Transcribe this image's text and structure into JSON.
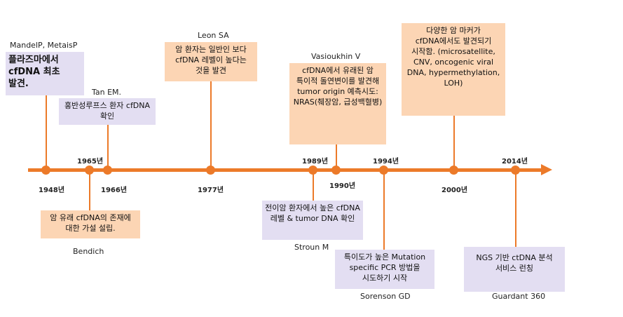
{
  "colors": {
    "accent": "#ec7a29",
    "peach": "#fcd5b4",
    "lavender": "#e3def2"
  },
  "events": [
    {
      "year": "1948년",
      "author": "MandelP, MetaisP",
      "text": "플라즈마에서 cfDNA 최초 발견."
    },
    {
      "year": "1965년",
      "author": "Bendich",
      "text": "암 유래 cfDNA의 존재에 대한 가설 설립."
    },
    {
      "year": "1966년",
      "author": "Tan EM.",
      "text": "홍반성루프스 환자 cfDNA 확인"
    },
    {
      "year": "1977년",
      "author": "Leon SA",
      "text": "암 환자는 일반인 보다 cfDNA 레벨이 높다는 것을 발견"
    },
    {
      "year": "1989년",
      "author": "Stroun M",
      "text": "전이암 환자에서 높은 cfDNA 레벨 & tumor DNA 확인"
    },
    {
      "year": "1990년",
      "author": "Vasioukhin V",
      "text": "cfDNA에서 유래된 암 특이적 돌연변이를 발견해 tumor origin 예측시도: NRAS(췌장암, 급성백혈병)"
    },
    {
      "year": "1994년",
      "author": "Sorenson GD",
      "text": "특이도가 높은 Mutation specific PCR 방법을 시도하기 시작"
    },
    {
      "year": "2000년",
      "author": "",
      "text": "다양한 암 마커가 cfDNA에서도 발견되기 시작함. (microsatellite, CNV, oncogenic viral DNA, hypermethylation, LOH)"
    },
    {
      "year": "2014년",
      "author": "Guardant 360",
      "text": "NGS 기반 ctDNA 분석 서비스 런칭"
    }
  ]
}
